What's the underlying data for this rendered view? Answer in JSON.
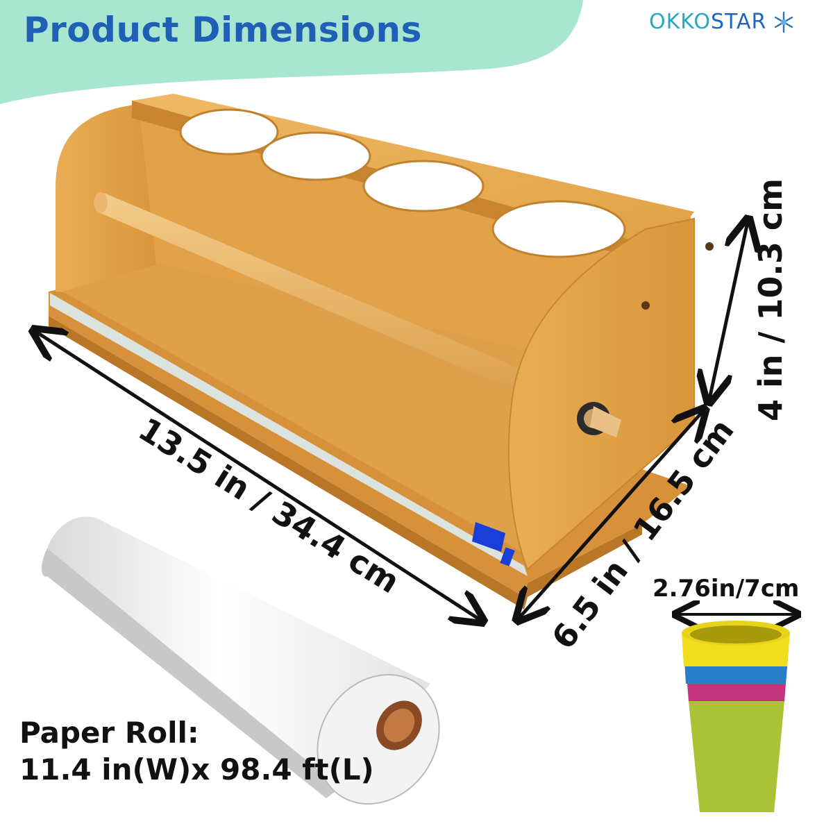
{
  "header": {
    "title": "Product Dimensions",
    "brand_part1": "OKKO",
    "brand_part2": "STAR",
    "brand_icon": "snowflake-star-icon"
  },
  "dimensions": {
    "length": "13.5 in / 34.4 cm",
    "depth": "6.5 in / 16.5 cm",
    "height": "4 in / 10.3 cm",
    "cup_diameter": "2.76in/7cm"
  },
  "paper_roll": {
    "label": "Paper Roll:",
    "size": "11.4 in(W)x 98.4 ft(L)"
  },
  "colors": {
    "banner": "#a8e6cf",
    "title": "#1f5fb5",
    "wood": "#e6a94e",
    "cup_yellow": "#f2dd1e",
    "cup_blue": "#2a7fc9",
    "cup_magenta": "#c2357a",
    "cup_green": "#b4cc3e"
  }
}
